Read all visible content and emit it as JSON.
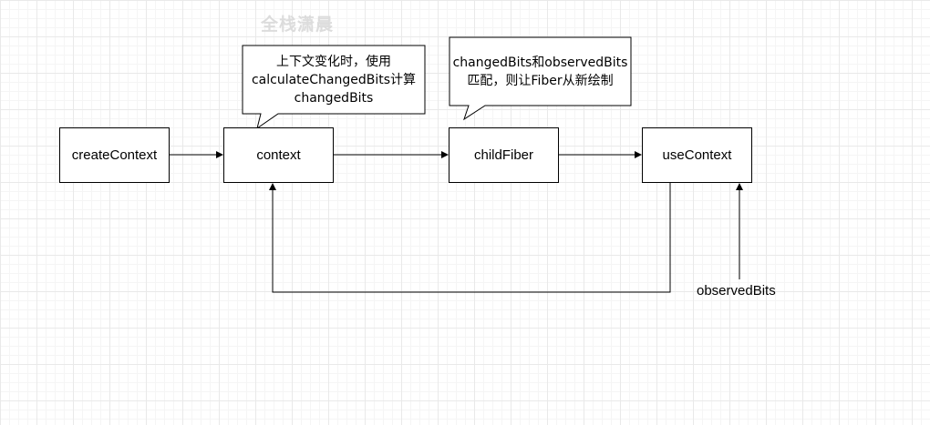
{
  "watermark": "全栈潇晨",
  "nodes": {
    "createContext": "createContext",
    "context": "context",
    "childFiber": "childFiber",
    "useContext": "useContext"
  },
  "callouts": {
    "context_note": {
      "lines": [
        "上下文变化时，使用",
        "calculateChangedBits计算",
        "changedBits"
      ]
    },
    "fiber_note": {
      "lines": [
        "changedBits和observedBits",
        "匹配，则让Fiber从新绘制"
      ]
    }
  },
  "labels": {
    "observedBits": "observedBits"
  }
}
